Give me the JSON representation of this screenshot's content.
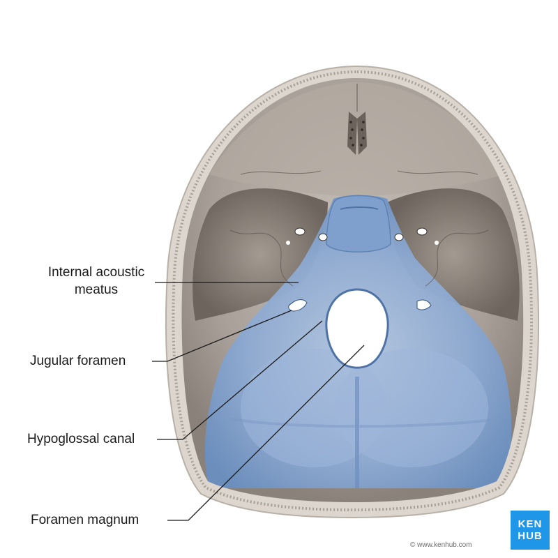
{
  "labels": {
    "internal_acoustic_meatus_line1": "Internal acoustic",
    "internal_acoustic_meatus_line2": "meatus",
    "jugular_foramen": "Jugular foramen",
    "hypoglossal_canal": "Hypoglossal canal",
    "foramen_magnum": "Foramen magnum"
  },
  "branding": {
    "logo_line1": "KEN",
    "logo_line2": "HUB",
    "copyright": "© www.kenhub.com"
  },
  "colors": {
    "bone": "#bdb6ae",
    "bone_shadow": "#8f877f",
    "skull_rim": "#dcd6cf",
    "highlight_blue": "#6f95c4",
    "leader_line": "#1a1a1a",
    "logo_bg": "#1f96e8"
  }
}
